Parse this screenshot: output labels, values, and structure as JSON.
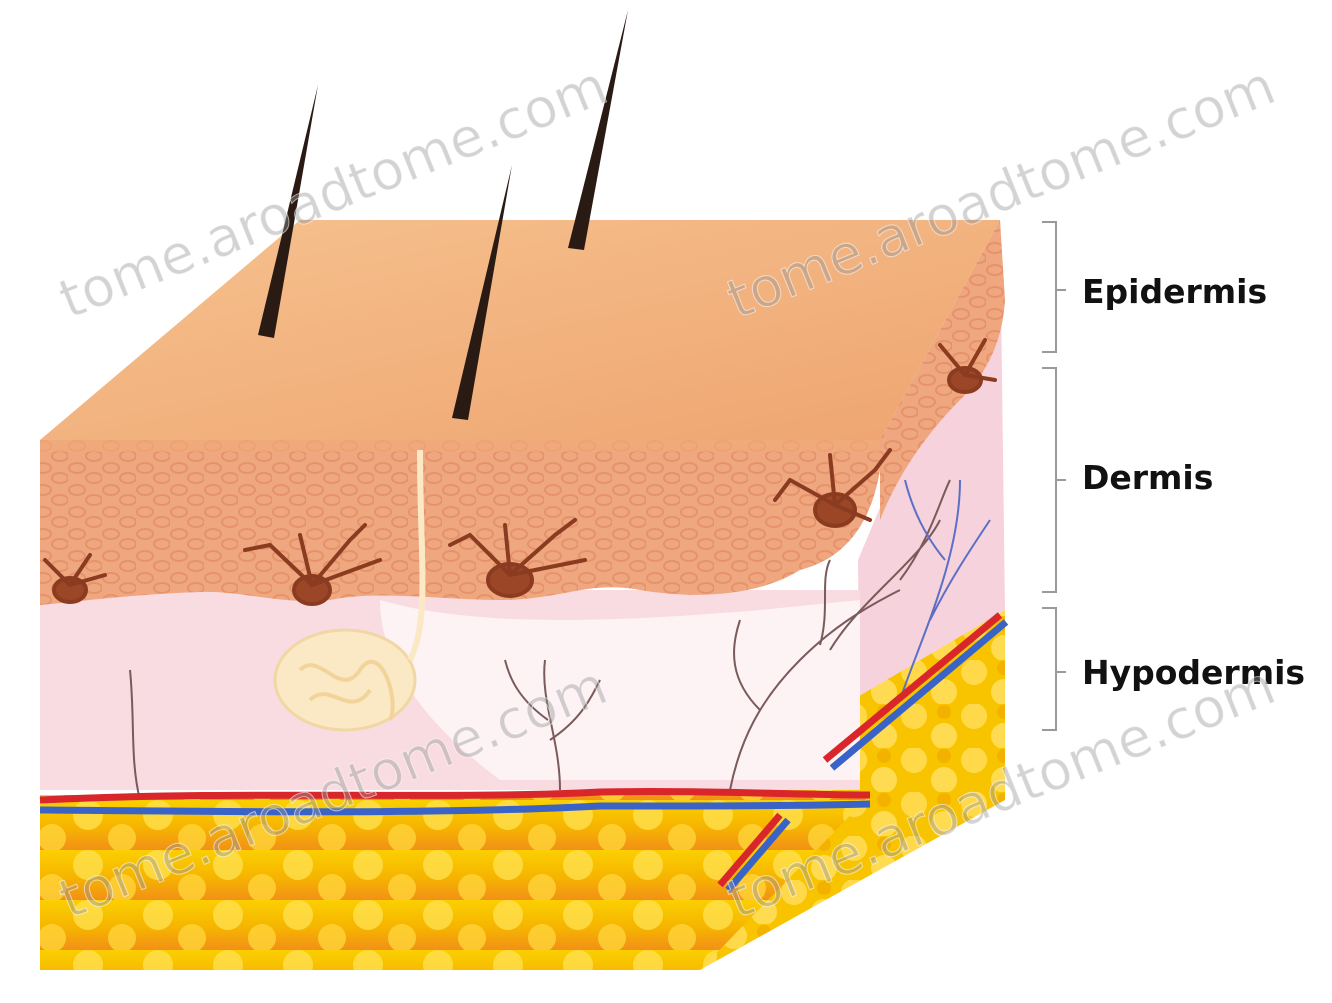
{
  "labels": {
    "epidermis": "Epidermis",
    "dermis": "Dermis",
    "hypodermis": "Hypodermis"
  },
  "watermark": {
    "text": "tome.aroadtome.com"
  },
  "colors": {
    "epidermis_top": "#f2b77e",
    "epidermis_side": "#eea77f",
    "dermis": "#f9dbe2",
    "hypodermis": "#f8c400",
    "fat_dark": "#f29a1a",
    "artery": "#d9262b",
    "vein": "#3a63c8",
    "hair": "#2a1a14",
    "melanocyte": "#9c4628",
    "bracket": "#9a9a9a"
  },
  "icons": {
    "hair": "hair-shaft",
    "gland": "sweat-gland",
    "vessel": "blood-vessel"
  }
}
